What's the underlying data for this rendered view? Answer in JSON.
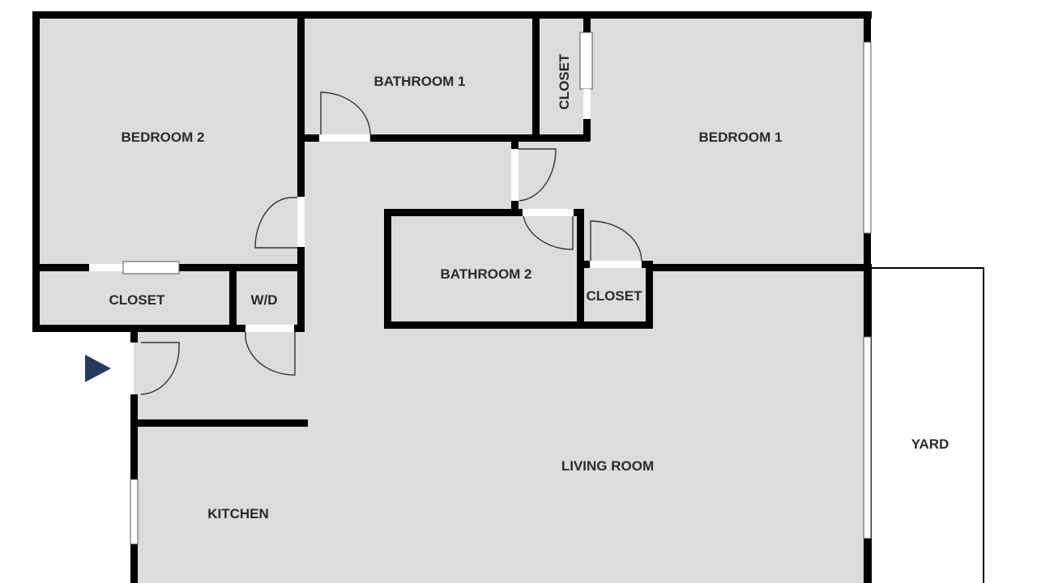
{
  "rooms": {
    "bedroom2": "BEDROOM 2",
    "bathroom1": "BATHROOM 1",
    "closet_top": "CLOSET",
    "bedroom1": "BEDROOM 1",
    "closet_left": "CLOSET",
    "wd": "W/D",
    "bathroom2": "BATHROOM 2",
    "closet_mid": "CLOSET",
    "kitchen": "KITCHEN",
    "living_room": "LIVING ROOM",
    "yard": "YARD"
  },
  "colors": {
    "floor": "#dcdcdc",
    "wall": "#000000",
    "entry_marker": "#243a5e"
  }
}
